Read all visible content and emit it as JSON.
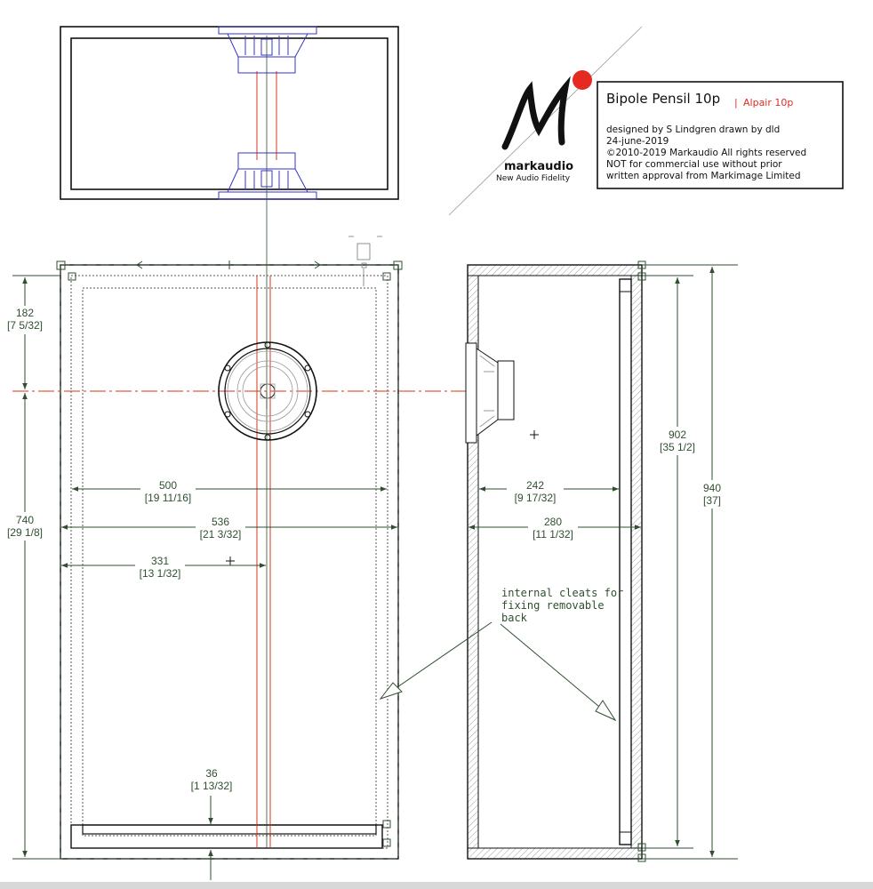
{
  "title_block": {
    "logo_name": "markaudio",
    "logo_tagline": "New Audio Fidelity",
    "project_title": "Bipole Pensil 10p",
    "separator": "|",
    "driver_model": "Alpair 10p",
    "designer_line": "designed by S Lindgren drawn by dld",
    "date": "24-june-2019",
    "copyright": "©2010-2019 Markaudio All rights reserved",
    "notice_line1": "NOT for commercial use without prior",
    "notice_line2": "written approval from Markimage Limited"
  },
  "dimensions": {
    "d182_mm": "182",
    "d182_in": "[7 5/32]",
    "d740_mm": "740",
    "d740_in": "[29 1/8]",
    "d500_mm": "500",
    "d500_in": "[19 11/16]",
    "d536_mm": "536",
    "d536_in": "[21 3/32]",
    "d331_mm": "331",
    "d331_in": "[13 1/32]",
    "d36_mm": "36",
    "d36_in": "[1 13/32]",
    "d242_mm": "242",
    "d242_in": "[9 17/32]",
    "d280_mm": "280",
    "d280_in": "[11 1/32]",
    "d902_mm": "902",
    "d902_in": "[35 1/2]",
    "d940_mm": "940",
    "d940_in": "[37]"
  },
  "annotation": {
    "line1": "internal cleats for",
    "line2": "fixing removable",
    "line3": "back"
  },
  "colors": {
    "outline": "#111111",
    "dimension": "#2f4f2f",
    "centerline": "#d9331c",
    "driver_blue": "#3333cc",
    "logo_red": "#e52a22"
  }
}
